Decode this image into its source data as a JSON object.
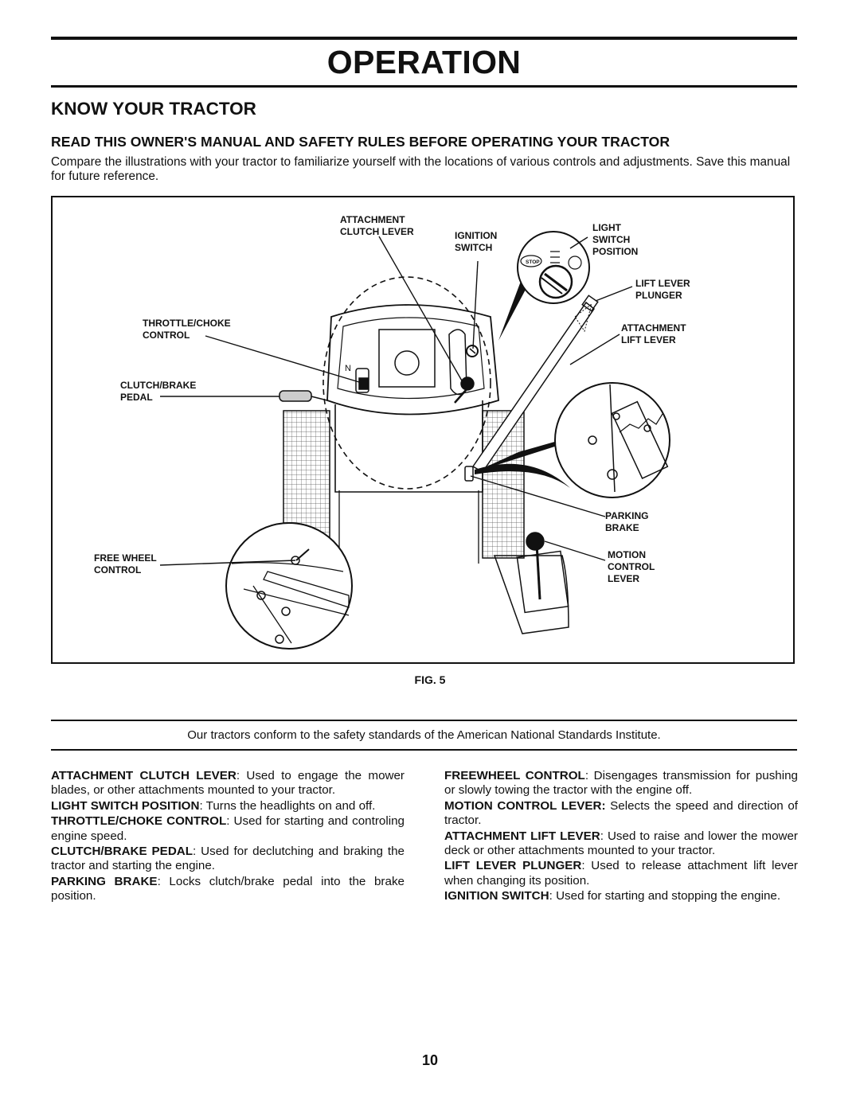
{
  "page": {
    "section_title": "OPERATION",
    "heading": "KNOW YOUR TRACTOR",
    "subheading": "READ THIS OWNER'S MANUAL AND SAFETY RULES BEFORE OPERATING YOUR TRACTOR",
    "intro": "Compare the illustrations with your tractor to familiarize yourself with the locations of various controls and adjustments. Save this manual for future reference.",
    "figure_caption": "FIG. 5",
    "standards_note": "Our tractors conform to the safety standards of the American National Standards Institute.",
    "page_number": "10"
  },
  "figure_labels": {
    "attachment_clutch_lever": [
      "ATTACHMENT",
      "CLUTCH LEVER"
    ],
    "ignition_switch": [
      "IGNITION",
      "SWITCH"
    ],
    "light_switch_position": [
      "LIGHT",
      "SWITCH",
      "POSITION"
    ],
    "lift_lever_plunger": [
      "LIFT LEVER",
      "PLUNGER"
    ],
    "attachment_lift_lever": [
      "ATTACHMENT",
      "LIFT LEVER"
    ],
    "throttle_choke_control": [
      "THROTTLE/CHOKE",
      "CONTROL"
    ],
    "clutch_brake_pedal": [
      "CLUTCH/BRAKE",
      "PEDAL"
    ],
    "parking_brake": [
      "PARKING",
      "BRAKE"
    ],
    "free_wheel_control": [
      "FREE WHEEL",
      "CONTROL"
    ],
    "motion_control_lever": [
      "MOTION",
      "CONTROL",
      "LEVER"
    ],
    "stop_marking": "STOP"
  },
  "descriptions": {
    "left": [
      {
        "term": "ATTACHMENT CLUTCH LEVER",
        "text": ":  Used to engage the mower blades, or other attachments mounted to your tractor."
      },
      {
        "term": "LIGHT SWITCH POSITION",
        "text": ":  Turns the headlights on and off."
      },
      {
        "term": "THROTTLE/CHOKE CONTROL",
        "text": ":  Used for starting and controling engine speed."
      },
      {
        "term": "CLUTCH/BRAKE PEDAL",
        "text": ": Used for declutching and braking the tractor and starting the engine."
      },
      {
        "term": "PARKING BRAKE",
        "text": ": Locks clutch/brake pedal into the brake position."
      }
    ],
    "right": [
      {
        "term": "FREEWHEEL CONTROL",
        "text": ":  Disengages transmission for pushing or slowly towing the tractor with the engine off."
      },
      {
        "term": "MOTION CONTROL LEVER:",
        "text": "  Selects the speed and direction of tractor."
      },
      {
        "term": "ATTACHMENT LIFT LEVER",
        "text": ":  Used to raise and lower the mower deck or other attachments mounted to your tractor."
      },
      {
        "term": "LIFT LEVER PLUNGER",
        "text": ":  Used to release attachment lift lever when changing its position."
      },
      {
        "term": "IGNITION SWITCH",
        "text": ":  Used for starting and stopping the engine."
      }
    ]
  }
}
